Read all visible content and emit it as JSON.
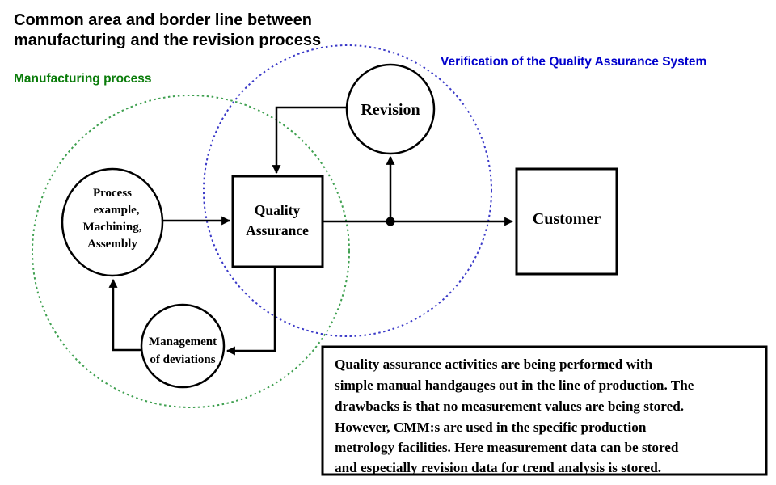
{
  "title": {
    "lines": [
      "Common area and border line between",
      "manufacturing and the revision process"
    ]
  },
  "labels": {
    "manufacturing": "Manufacturing process",
    "verification": "Verification of the Quality Assurance System"
  },
  "nodes": {
    "process": {
      "shape": "circle",
      "lines": [
        "Process",
        "example,",
        "Machining,",
        "Assembly"
      ]
    },
    "revision": {
      "shape": "circle",
      "label": "Revision"
    },
    "management": {
      "shape": "circle",
      "lines": [
        "Management",
        "of deviations"
      ]
    },
    "quality_assurance": {
      "shape": "rect",
      "lines": [
        "Quality",
        "Assurance"
      ]
    },
    "customer": {
      "shape": "rect",
      "label": "Customer"
    }
  },
  "note_box": {
    "lines": [
      "Quality assurance activities are being performed with",
      "simple manual handgauges out in the line of production. The",
      "drawbacks is that no measurement values are being stored.",
      "However, CMM:s are used in the specific production",
      "metrology facilities. Here measurement data can be stored",
      "and especially revision data for trend analysis is stored."
    ]
  },
  "colors": {
    "title_text": "#000000",
    "manufacturing_label": "#0a7c0a",
    "verification_label": "#0000cc",
    "manufacturing_ellipse": "#3fa050",
    "verification_ellipse": "#3b3ac8",
    "shape_stroke": "#000000",
    "shape_fill": "#ffffff"
  }
}
